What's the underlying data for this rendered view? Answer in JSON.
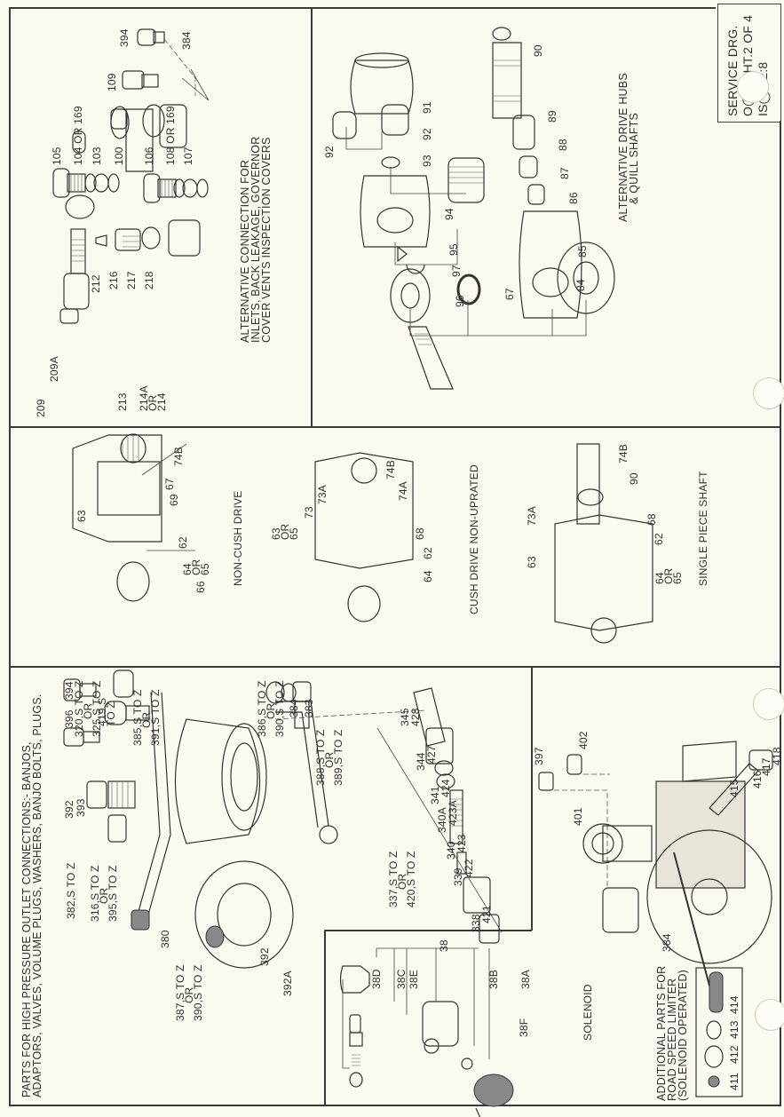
{
  "title_block": {
    "line1": "SERVICE DRG.",
    "line2": "O◯2 SHT.2 OF 4",
    "line3": "IS◯UE:8"
  },
  "panels": {
    "alt_connection": {
      "caption": [
        "ALTERNATIVE CONNECTION FOR",
        "INLETS, BACK LEAKAGE, GOVERNOR",
        "COVER VENTS INSPECTION COVERS"
      ],
      "labels": [
        "209",
        "209A",
        "212",
        "213",
        "214A",
        "OR",
        "214",
        "216",
        "217",
        "218",
        "105",
        "104 OR 169",
        "103",
        "100",
        "106",
        "108 OR 169",
        "107",
        "109",
        "394",
        "384"
      ]
    },
    "drive_hubs": {
      "caption": [
        "ALTERNATIVE DRIVE HUBS",
        "& QUILL SHAFTS"
      ],
      "labels": [
        "92",
        "91",
        "92",
        "93",
        "94",
        "95",
        "97",
        "96",
        "67",
        "84",
        "85",
        "86",
        "87",
        "88",
        "89",
        "90"
      ]
    },
    "non_cush": {
      "caption": "NON-CUSH DRIVE",
      "labels": [
        "63",
        "74B",
        "67",
        "69",
        "62",
        "64",
        "OR",
        "65",
        "66"
      ]
    },
    "cush_drive": {
      "caption": "CUSH DRIVE NON-UPRATED",
      "labels": [
        "63",
        "OR",
        "65",
        "73",
        "73A",
        "74B",
        "74A",
        "68",
        "62",
        "64"
      ]
    },
    "single_piece": {
      "caption": "SINGLE PIECE SHAFT",
      "labels": [
        "74B",
        "90",
        "73A",
        "68",
        "62",
        "63",
        "64",
        "OR",
        "65"
      ]
    },
    "high_pressure": {
      "caption": [
        "PARTS FOR HIGH PRESSURE OUTLET CONNECTIONS:- BANJOS,",
        "ADAPTORS, VALVES, VOLUME PLUGS, WASHERS, BANJO BOLTS, PLUGS."
      ],
      "labels": {
        "l396": "396",
        "l394": "394",
        "l320": [
          "320,S TO Z",
          "OR",
          "325,S TO Z"
        ],
        "l419": [
          "419,S",
          "TO Z"
        ],
        "l392a": "392",
        "l393": "393",
        "l385": [
          "385,S TO Z",
          "OR",
          "391,S TO Z"
        ],
        "l382": "382,S TO Z",
        "l316": [
          "316,S TO Z",
          "OR",
          "395,S TO Z"
        ],
        "l380": "380",
        "l387": [
          "387,S TO Z",
          "OR",
          "390,S TO Z"
        ],
        "l392b": "392",
        "l392A": "392A",
        "l386": [
          "386,S TO Z",
          "OR",
          "390,S TO Z"
        ],
        "l384": "384",
        "l383": "383",
        "l388": [
          "388,S TO Z",
          "OR",
          "389,S TO Z"
        ],
        "l337": [
          "337,S TO Z",
          "OR",
          "420,S TO Z"
        ],
        "col_a": [
          "345",
          "344",
          "341",
          "340A",
          "340",
          "339",
          "338"
        ],
        "col_b": [
          "428",
          "427",
          "424",
          "423A",
          "423",
          "422",
          "421"
        ]
      }
    },
    "solenoid": {
      "caption": "SOLENOID",
      "labels": [
        "38",
        "38D",
        "38C",
        "38E",
        "38B",
        "38A",
        "38F"
      ]
    },
    "road_speed": {
      "caption": [
        "ADDITIONAL PARTS FOR",
        "ROAD SPEED LIMITER",
        "(SOLENOID OPERATED)"
      ],
      "labels": [
        "397",
        "402",
        "401",
        "384",
        "415",
        "416",
        "417",
        "418",
        "414",
        "413",
        "412",
        "411"
      ]
    }
  }
}
